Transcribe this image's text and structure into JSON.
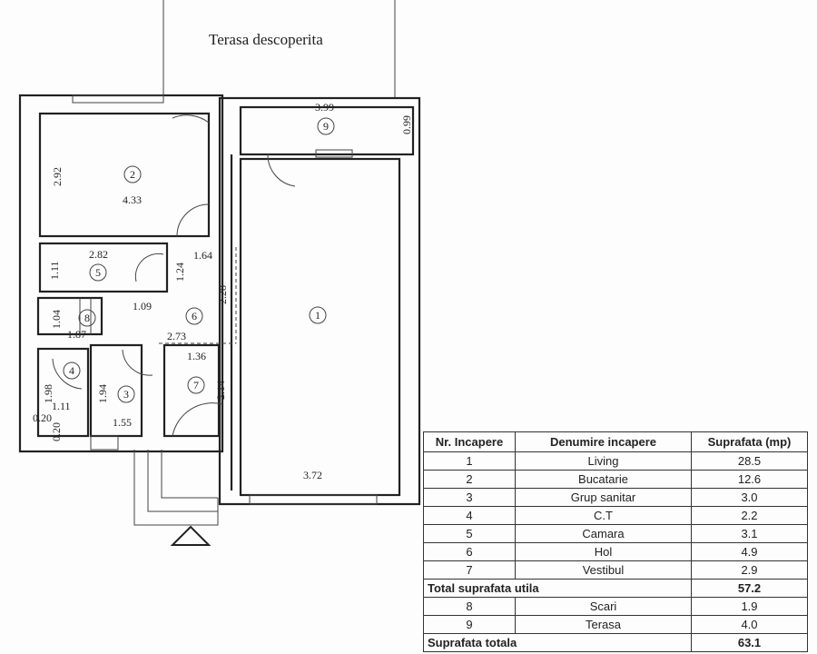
{
  "plan": {
    "title": "Terasa descoperita",
    "rooms": [
      "1",
      "2",
      "3",
      "4",
      "5",
      "6",
      "7",
      "8",
      "9"
    ],
    "dimensions": {
      "d399": "3.99",
      "d099": "0.99",
      "d292": "2.92",
      "d433": "4.33",
      "d282": "2.82",
      "d111a": "1.11",
      "d164": "1.64",
      "d124": "1.24",
      "d228": "2.28",
      "d109": "1.09",
      "d104": "1.04",
      "d187": "1.87",
      "d273": "2.73",
      "d136": "1.36",
      "d214": "2.14",
      "d198": "1.98",
      "d194": "1.94",
      "d111b": "1.11",
      "d155": "1.55",
      "d020a": "0.20",
      "d020b": "0.20",
      "d372": "3.72"
    },
    "entrance_icon": "triangle-entrance-icon"
  },
  "table": {
    "headers": [
      "Nr. Incapere",
      "Denumire incapere",
      "Suprafata (mp)"
    ],
    "rows": [
      {
        "nr": "1",
        "name": "Living",
        "area": "28.5"
      },
      {
        "nr": "2",
        "name": "Bucatarie",
        "area": "12.6"
      },
      {
        "nr": "3",
        "name": "Grup sanitar",
        "area": "3.0"
      },
      {
        "nr": "4",
        "name": "C.T",
        "area": "2.2"
      },
      {
        "nr": "5",
        "name": "Camara",
        "area": "3.1"
      },
      {
        "nr": "6",
        "name": "Hol",
        "area": "4.9"
      },
      {
        "nr": "7",
        "name": "Vestibul",
        "area": "2.9"
      }
    ],
    "total_util": {
      "label": "Total suprafata utila",
      "area": "57.2"
    },
    "extra_rows": [
      {
        "nr": "8",
        "name": "Scari",
        "area": "1.9"
      },
      {
        "nr": "9",
        "name": "Terasa",
        "area": "4.0"
      }
    ],
    "total": {
      "label": "Suprafata totala",
      "area": "63.1"
    }
  }
}
